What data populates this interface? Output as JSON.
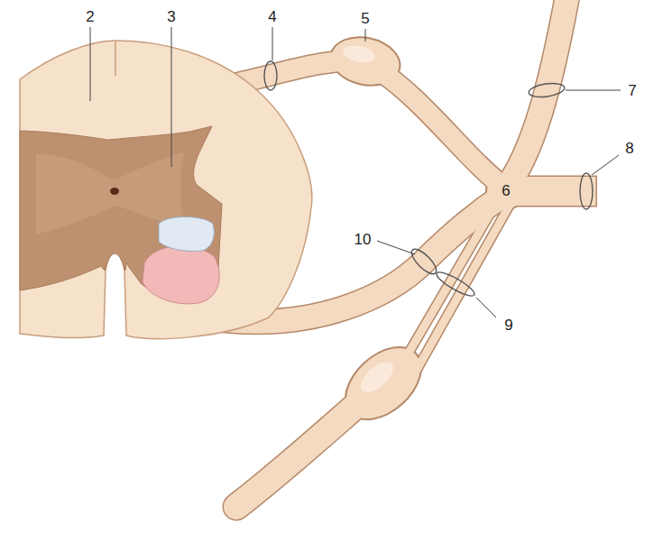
{
  "diagram": {
    "labels": [
      "2",
      "3",
      "4",
      "5",
      "6",
      "7",
      "8",
      "9",
      "10"
    ]
  }
}
